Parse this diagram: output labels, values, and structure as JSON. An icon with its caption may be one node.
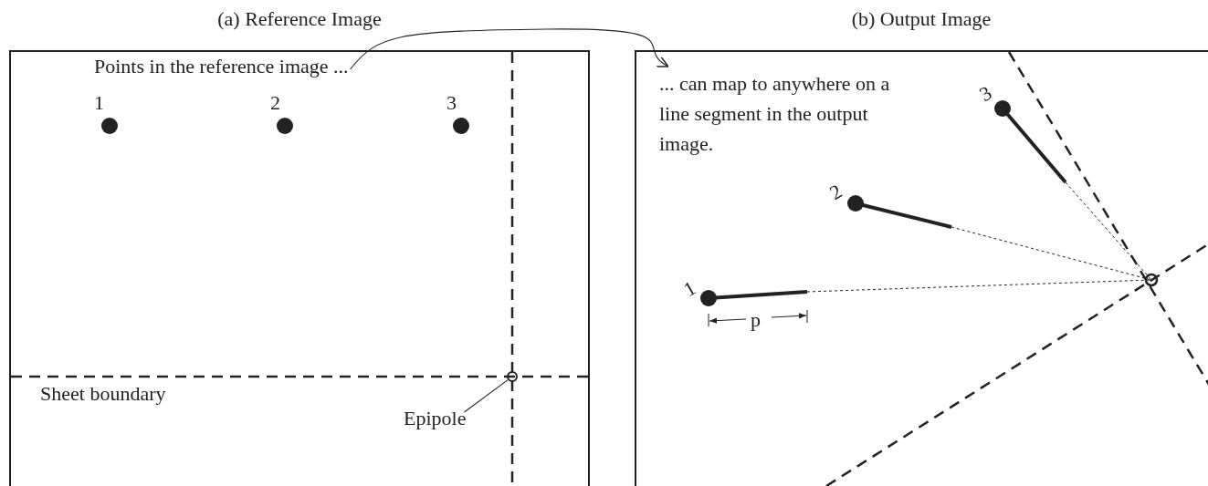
{
  "diagram": {
    "nodes": [
      {
        "text": [
          "(a) Reference Image"
        ]
      },
      {
        "text": [
          "(b) Output Image"
        ]
      },
      {
        "text": [
          "Points in the reference image ..."
        ],
        "in": 0
      },
      {
        "text": [
          "... can map to anywhere on a line segment in the output image."
        ],
        "in": 1
      },
      {
        "text": [
          "Epipole"
        ],
        "in": 0
      },
      {
        "text": [],
        "shape": "circle",
        "in": 0
      }
    ],
    "edges": [
      {
        "from": 2,
        "to": 3,
        "arrow": "to"
      },
      {
        "from": 4,
        "to": 5,
        "arrow": "none"
      }
    ],
    "labels": [
      "1",
      "2",
      "3",
      "Sheet boundary",
      "1",
      "2",
      "3",
      "p"
    ]
  }
}
